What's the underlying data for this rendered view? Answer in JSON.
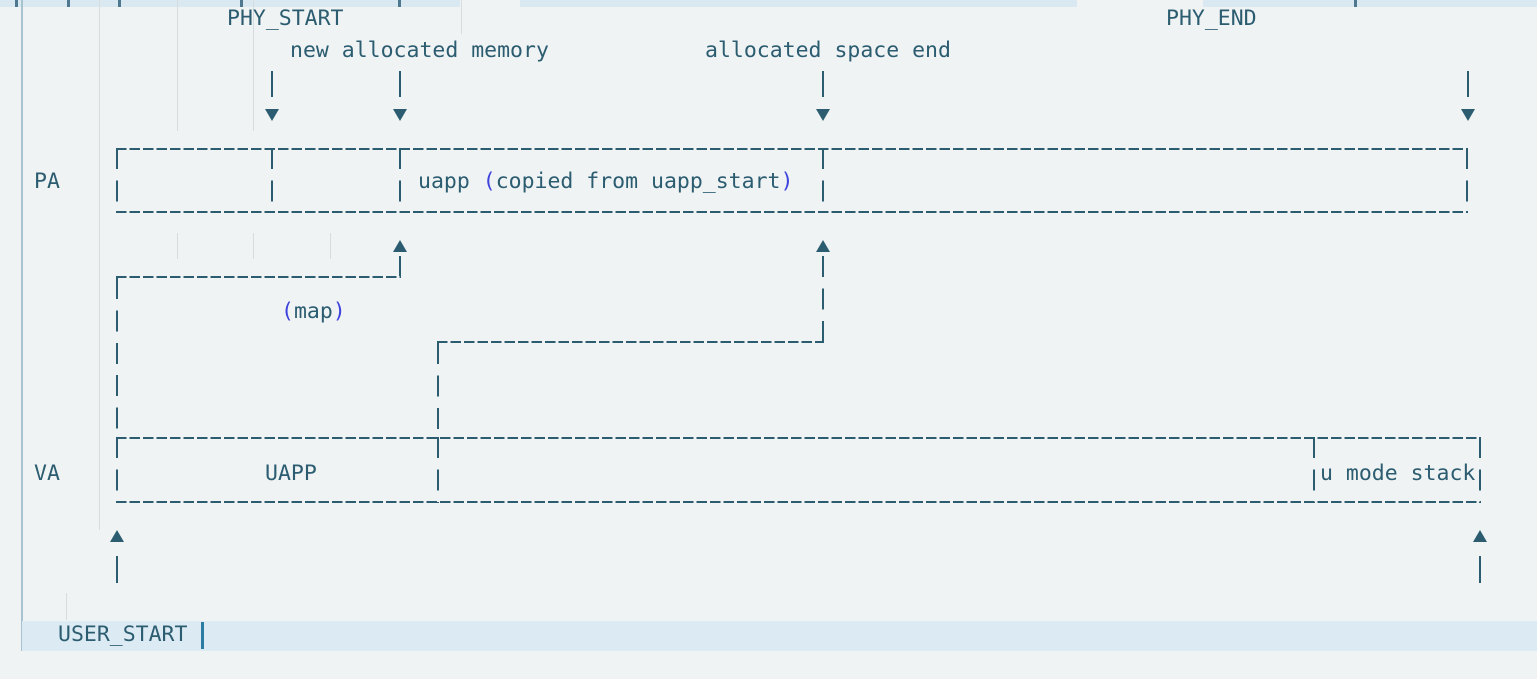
{
  "editor": {
    "kind": "text editor viewport showing an ASCII memory-layout diagram",
    "colors": {
      "background": "#eff3f4",
      "diagram_ink": "#2b5c70",
      "bracket_highlight": "#3e43dd",
      "current_line_highlight": "#dcebf3",
      "cursor": "#2b7ca3"
    },
    "labels": {
      "phy_start": "PHY_START",
      "phy_end": "PHY_END",
      "new_allocated_memory": "new allocated memory",
      "allocated_space_end": "allocated space end",
      "pa_row": "PA",
      "va_row": "VA",
      "uapp_region": {
        "prefix": "uapp ",
        "paren_open": "(",
        "annotation": "copied from uapp_start",
        "paren_close": ")"
      },
      "map_annotation": {
        "paren_open": "(",
        "label": "map",
        "paren_close": ")"
      },
      "va_uapp_segment": "UAPP",
      "va_stack_segment": "u mode stack",
      "user_start": "USER_START"
    }
  }
}
